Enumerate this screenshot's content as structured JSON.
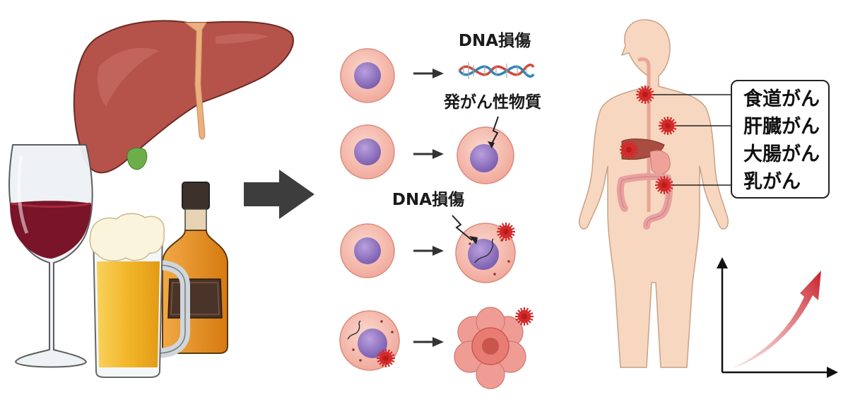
{
  "cell_labels": {
    "dna_damage_top": "DNA損傷",
    "carcinogen": "発がん性物質",
    "dna_damage_mid": "DNA損傷"
  },
  "cancer_types": [
    "食道がん",
    "肝臓がん",
    "大腸がん",
    "乳がん"
  ],
  "colors": {
    "liver": "#b5524a",
    "wine": "#7a1428",
    "beer": "#f2b62a",
    "whisky": "#e08a1c",
    "cell_cytoplasm": "#f6c3b6",
    "nucleus": "#9b7fc7",
    "tumor_marker": "#d42a2a",
    "body_skin": "#f7d7bf",
    "trend_arrow": "#c8202a"
  }
}
